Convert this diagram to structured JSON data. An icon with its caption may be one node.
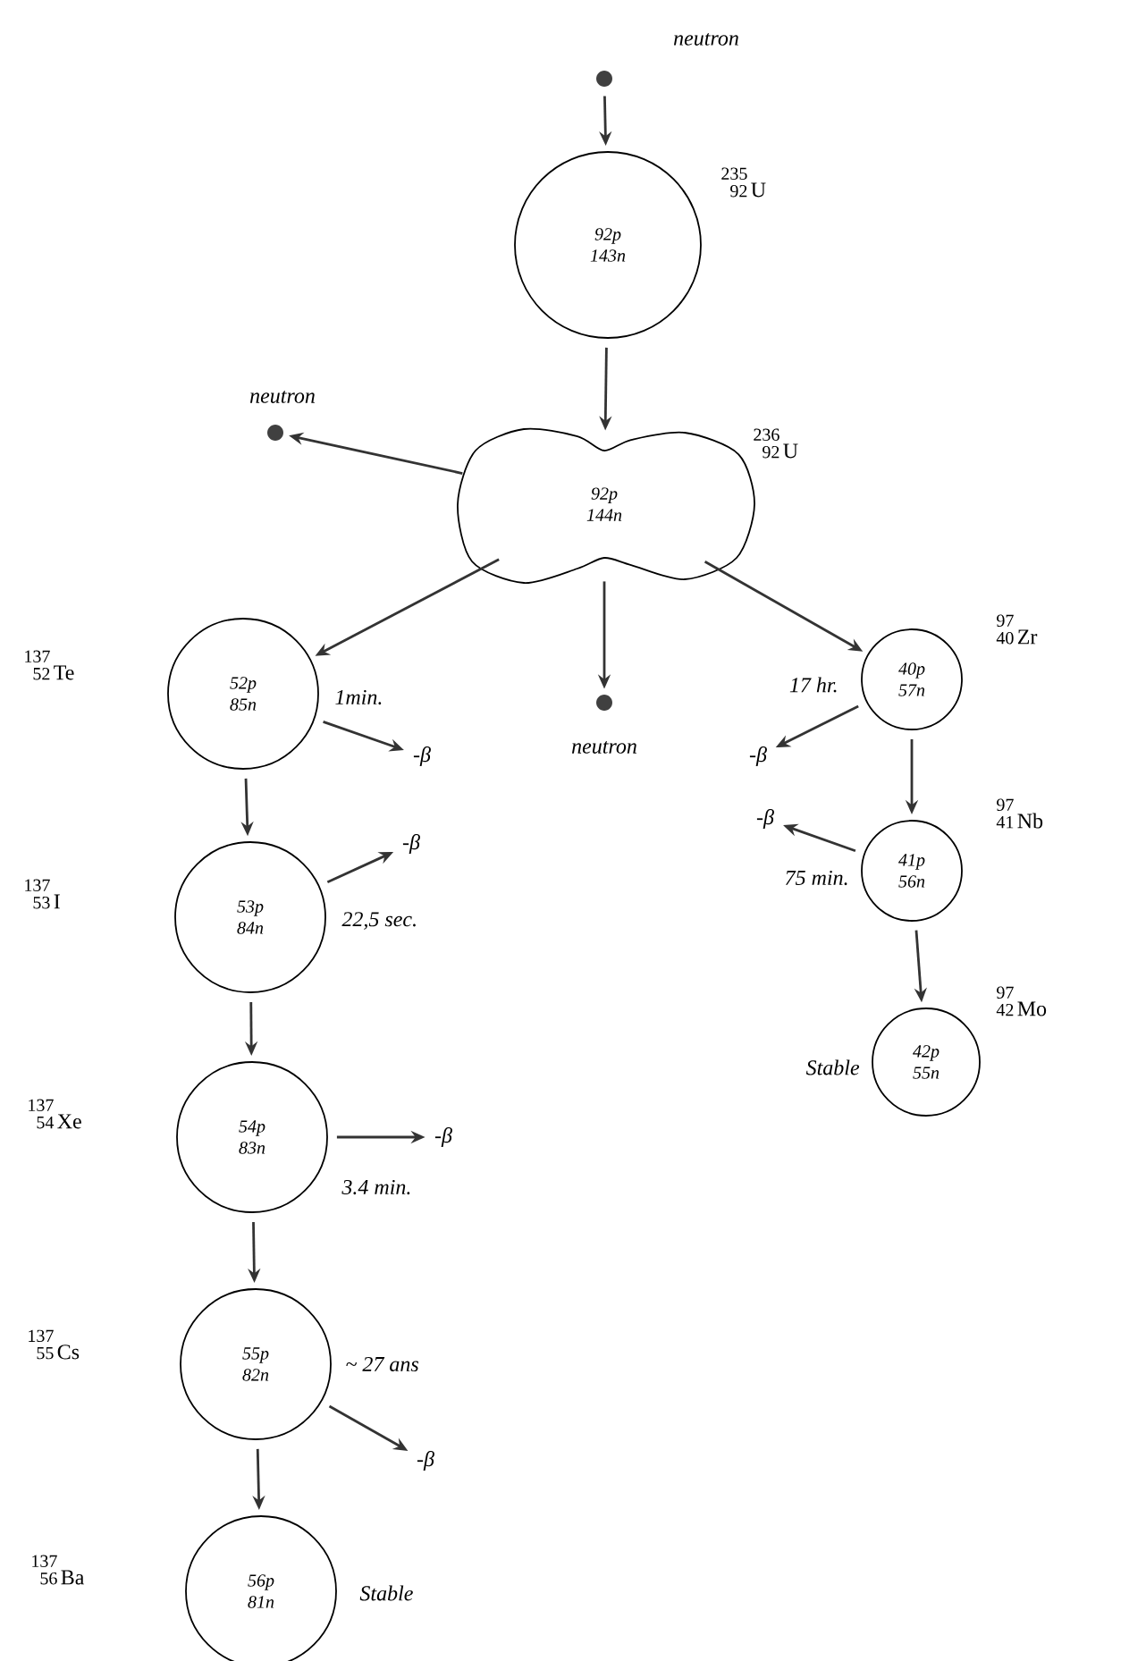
{
  "diagram": {
    "nodes": [
      {
        "text": [
          "neutron"
        ]
      },
      {
        "text": [
          "92p",
          "143n"
        ],
        "beside": [
          "235",
          "92",
          "U"
        ]
      },
      {
        "text": [
          "neutron"
        ]
      },
      {
        "text": [
          "92p",
          "144n"
        ],
        "beside": [
          "236",
          "92",
          "U"
        ]
      },
      {
        "text": [
          "52p",
          "85n"
        ],
        "beside": [
          "137",
          "52",
          "Te",
          "1min."
        ]
      },
      {
        "text": [
          "-β"
        ]
      },
      {
        "text": [
          "neutron"
        ]
      },
      {
        "text": [
          "40p",
          "57n"
        ],
        "beside": [
          "97",
          "40",
          "Zr",
          "17 hr."
        ]
      },
      {
        "text": [
          "-β"
        ]
      },
      {
        "text": [
          "53p",
          "84n"
        ],
        "beside": [
          "137",
          "53",
          "I",
          "22,5 sec."
        ]
      },
      {
        "text": [
          "-β"
        ]
      },
      {
        "text": [
          "41p",
          "56n"
        ],
        "beside": [
          "97",
          "41",
          "Nb",
          "75 min."
        ]
      },
      {
        "text": [
          "-β"
        ]
      },
      {
        "text": [
          "54p",
          "83n"
        ],
        "beside": [
          "137",
          "54",
          "Xe",
          "3.4 min."
        ]
      },
      {
        "text": [
          "-β"
        ]
      },
      {
        "text": [
          "42p",
          "55n"
        ],
        "beside": [
          "97",
          "42",
          "Mo",
          "Stable"
        ]
      },
      {
        "text": [
          "55p",
          "82n"
        ],
        "beside": [
          "137",
          "55",
          "Cs",
          "~ 27 ans"
        ]
      },
      {
        "text": [
          "-β"
        ]
      },
      {
        "text": [
          "56p",
          "81n"
        ],
        "beside": [
          "137",
          "56",
          "Ba",
          "Stable"
        ]
      }
    ],
    "edges": [
      {
        "from": 0,
        "to": 1,
        "arrow": "to"
      },
      {
        "from": 1,
        "to": 3,
        "arrow": "to"
      },
      {
        "from": 3,
        "to": 2,
        "arrow": "to"
      },
      {
        "from": 3,
        "to": 4,
        "arrow": "to"
      },
      {
        "from": 3,
        "to": 6,
        "arrow": "to"
      },
      {
        "from": 3,
        "to": 7,
        "arrow": "to"
      },
      {
        "from": 4,
        "to": 5,
        "arrow": "to"
      },
      {
        "from": 4,
        "to": 9,
        "arrow": "to"
      },
      {
        "from": 7,
        "to": 8,
        "arrow": "to"
      },
      {
        "from": 7,
        "to": 11,
        "arrow": "to"
      },
      {
        "from": 9,
        "to": 10,
        "arrow": "to"
      },
      {
        "from": 9,
        "to": 13,
        "arrow": "to"
      },
      {
        "from": 11,
        "to": 12,
        "arrow": "to"
      },
      {
        "from": 11,
        "to": 15,
        "arrow": "to"
      },
      {
        "from": 13,
        "to": 14,
        "arrow": "to"
      },
      {
        "from": 13,
        "to": 16,
        "arrow": "to"
      },
      {
        "from": 16,
        "to": 17,
        "arrow": "to"
      },
      {
        "from": 16,
        "to": 18,
        "arrow": "to"
      }
    ]
  }
}
